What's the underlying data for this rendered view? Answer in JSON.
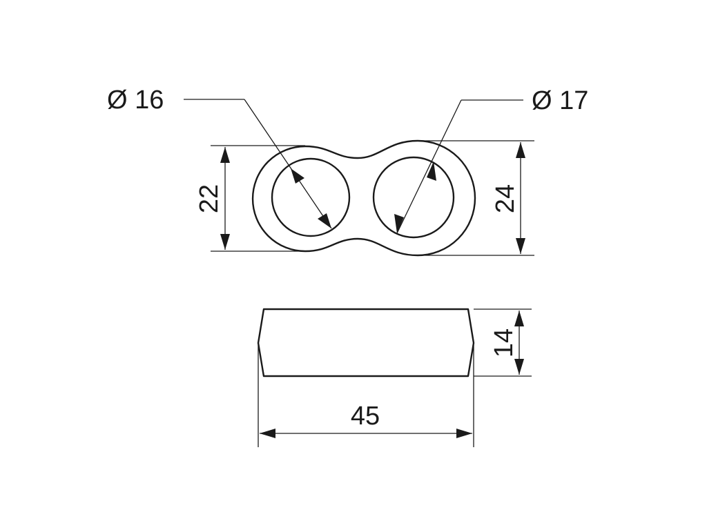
{
  "drawing": {
    "top_view": {
      "left_hole_diameter": "Ø 16",
      "right_hole_diameter": "Ø 17",
      "left_height": "22",
      "right_height": "24"
    },
    "side_view": {
      "thickness": "14",
      "length": "45"
    },
    "colors": {
      "line": "#1a1a1a",
      "background": "#ffffff"
    }
  }
}
